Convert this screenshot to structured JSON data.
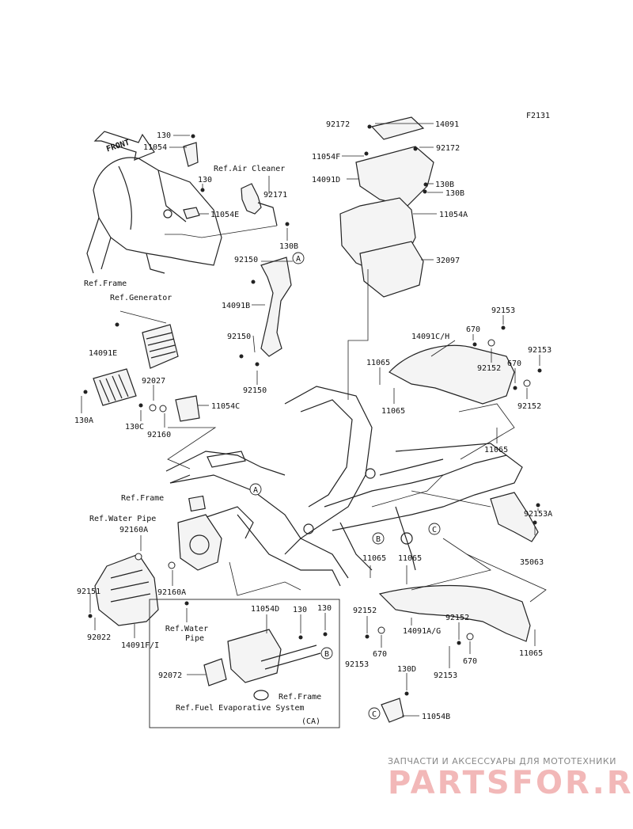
{
  "diagram": {
    "code": "F2131",
    "front_label": "FRONT",
    "ca_label": "(CA)",
    "ref_labels": {
      "frame_top": "Ref.Frame",
      "air_cleaner": "Ref.Air Cleaner",
      "generator": "Ref.Generator",
      "frame_mid": "Ref.Frame",
      "water_pipe_top": "Ref.Water Pipe",
      "water_pipe_bottom_1": "Ref.Water",
      "water_pipe_bottom_2": "Pipe",
      "frame_ca": "Ref.Frame",
      "fuel_evap": "Ref.Fuel Evaporative System"
    },
    "circle_markers": {
      "a": "A",
      "b": "B",
      "c": "C"
    },
    "parts": {
      "p130_top": "130",
      "p11054": "11054",
      "p130_b": "130",
      "p11054E": "11054E",
      "p92171": "92171",
      "p130B_1": "130B",
      "p92150_1": "92150",
      "p14091B": "14091B",
      "p92150_2": "92150",
      "p92150_3": "92150",
      "p14091E": "14091E",
      "p92027": "92027",
      "p130A": "130A",
      "p130C": "130C",
      "p92160": "92160",
      "p11054C": "11054C",
      "p92172_1": "92172",
      "p14091": "14091",
      "p11054F": "11054F",
      "p92172_2": "92172",
      "p14091D": "14091D",
      "p130B_2": "130B",
      "p130B_3": "130B",
      "p11054A": "11054A",
      "p32097": "32097",
      "p92153_1": "92153",
      "p670_1": "670",
      "p14091CH": "14091C/H",
      "p92153_2": "92153",
      "p11065_1": "11065",
      "p92152_1": "92152",
      "p670_2": "670",
      "p11065_2": "11065",
      "p92152_2": "92152",
      "p11065_3": "11065",
      "p92153A": "92153A",
      "p35063": "35063",
      "p92160A_1": "92160A",
      "p92160A_2": "92160A",
      "p92151": "92151",
      "p92022": "92022",
      "p14091FI": "14091F/I",
      "p11065_4": "11065",
      "p11065_5": "11065",
      "p92152_3": "92152",
      "p92153_3": "92153",
      "p670_3": "670",
      "p14091AG": "14091A/G",
      "p92152_4": "92152",
      "p92153_4": "92153",
      "p670_4": "670",
      "p11065_6": "11065",
      "p11054D": "11054D",
      "p130_c": "130",
      "p130_d": "130",
      "p92072": "92072",
      "p130D": "130D",
      "p11054B": "11054B"
    }
  },
  "watermark": {
    "line1": "ЗАПЧАСТИ И АКСЕССУАРЫ ДЛЯ МОТОТЕХНИКИ",
    "line2": "PARTSFOR.RU"
  }
}
